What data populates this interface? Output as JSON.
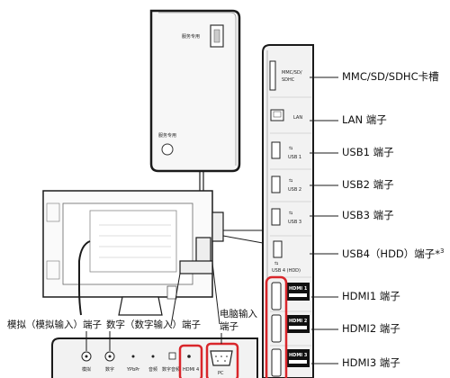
{
  "service_box": {
    "label_top": "服务专用",
    "label_bottom": "服务专用"
  },
  "side_panel": {
    "slot_text": [
      "MMC/SD/",
      "SDHC"
    ],
    "lan_text": "LAN",
    "usb_texts": [
      "USB 1",
      "USB 2",
      "USB 3",
      "USB 4 (HDD)"
    ],
    "hdmi_texts": [
      "HDMI 1",
      "HDMI 2",
      "HDMI 3"
    ]
  },
  "right_labels": {
    "mmc": "MMC/SD/SDHC卡槽",
    "lan": "LAN 端子",
    "usb1": "USB1 端子",
    "usb2": "USB2 端子",
    "usb3": "USB3 端子",
    "usb4": "USB4（HDD）端子*",
    "usb4_note": "3",
    "hdmi1": "HDMI1 端子",
    "hdmi2": "HDMI2 端子",
    "hdmi3": "HDMI3 端子"
  },
  "bottom_labels": {
    "analog": "模拟（模拟输入）端子",
    "digital": "数字（数字输入）端子",
    "pc_line1": "电脑输入",
    "pc_line2": "端子"
  },
  "bottom_panel": {
    "port_texts": [
      "模拟",
      "数字",
      "YPbPr",
      "音频",
      "数字音频",
      "HDMI 4",
      "PC"
    ]
  },
  "colors": {
    "highlight": "#d9262b",
    "outline": "#1a1a1a",
    "panel_fill": "#f2f2f2"
  }
}
